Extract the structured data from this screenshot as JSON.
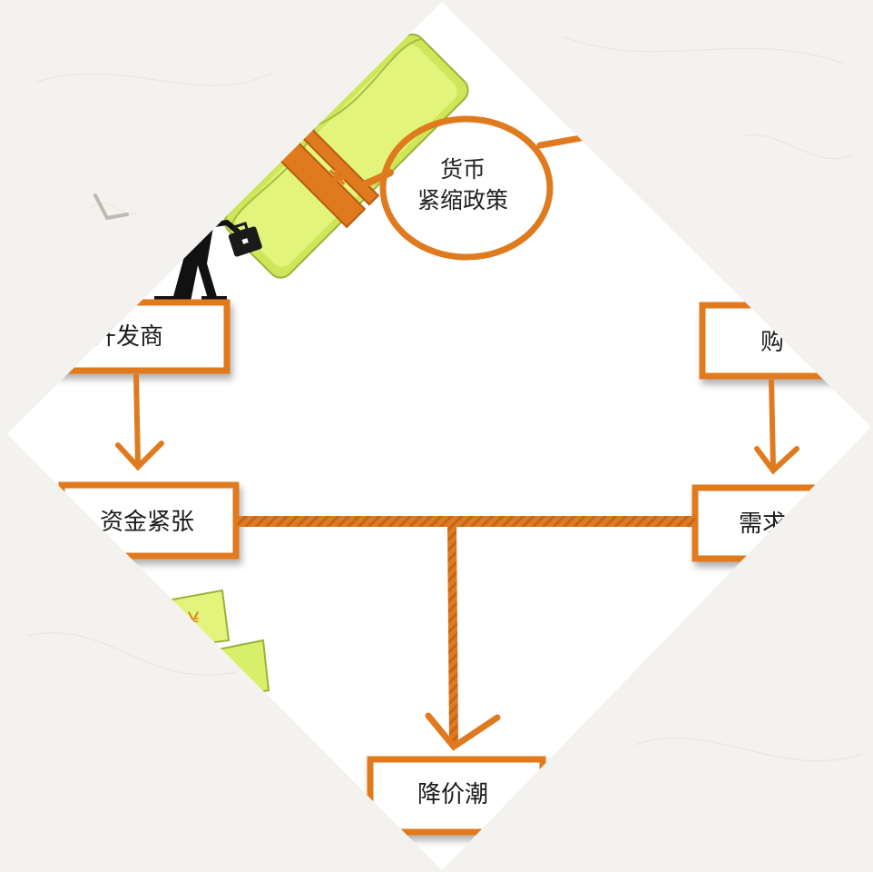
{
  "diagram": {
    "policy_node": {
      "line1": "货币",
      "line2": "紧缩政策"
    },
    "nodes": {
      "developer": "开发商",
      "capital_tight": "资金紧张",
      "buyer": "购",
      "demand": "需求",
      "price_drop": "降价潮"
    }
  },
  "colors": {
    "rope": "#e07a1f",
    "rope_dark": "#b85a10",
    "money": "#d8ef6a",
    "background": "#ffffff",
    "outer_background": "#f3f2ef"
  },
  "icons": [
    "money-bundle-icon",
    "businessman-icon",
    "briefcase-icon"
  ]
}
